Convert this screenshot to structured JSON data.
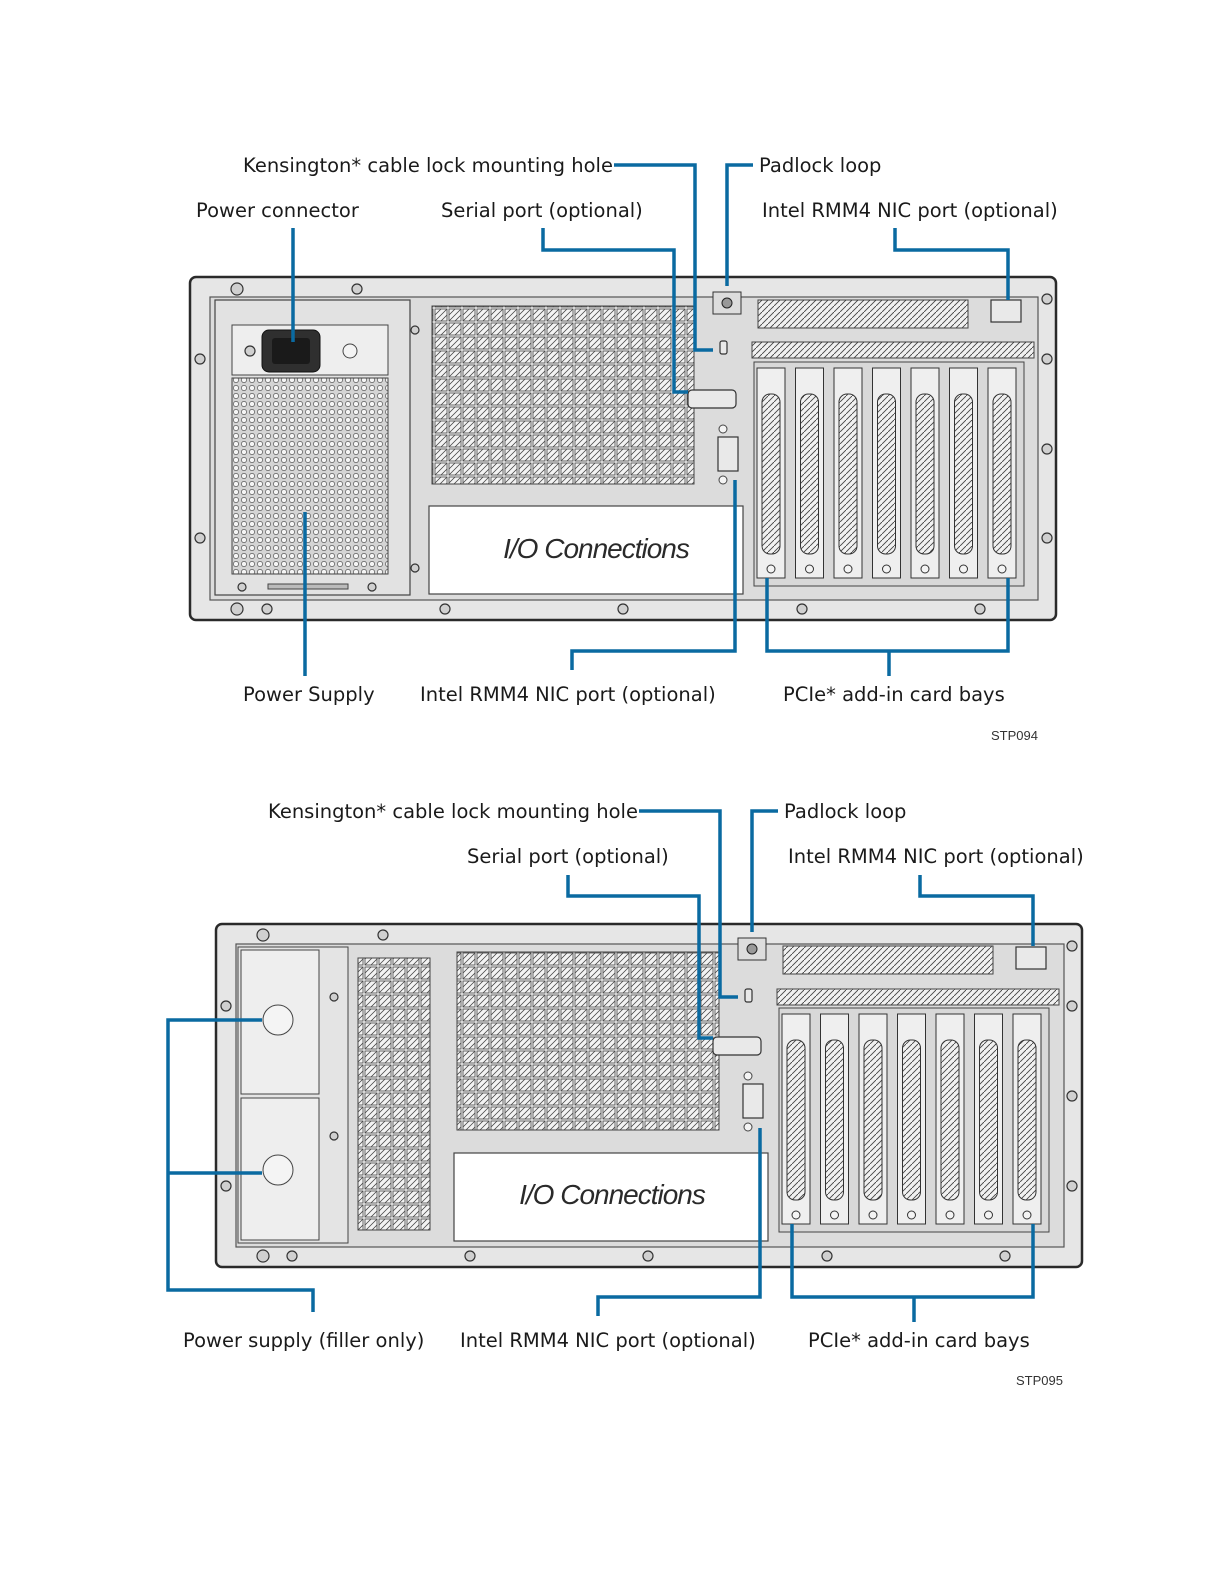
{
  "figures": [
    {
      "code": "STP094",
      "io_label": "I/O Connections",
      "labels": {
        "kensington": "Kensington* cable lock mounting hole",
        "padlock": "Padlock loop",
        "power_connector": "Power connector",
        "serial": "Serial port (optional)",
        "rmm4_top": "Intel RMM4 NIC port (optional)",
        "power_supply": "Power Supply",
        "rmm4_bottom": "Intel RMM4 NIC port (optional)",
        "pcie": "PCIe* add-in card bays"
      }
    },
    {
      "code": "STP095",
      "io_label": "I/O Connections",
      "labels": {
        "kensington": "Kensington* cable lock mounting hole",
        "padlock": "Padlock loop",
        "serial": "Serial port (optional)",
        "rmm4_top": "Intel RMM4 NIC port (optional)",
        "power_supply": "Power supply (filler only)",
        "rmm4_bottom": "Intel RMM4 NIC port (optional)",
        "pcie": "PCIe* add-in card bays"
      }
    }
  ],
  "colors": {
    "callout": "#0a6aa1",
    "outline": "#2a2a2a"
  }
}
